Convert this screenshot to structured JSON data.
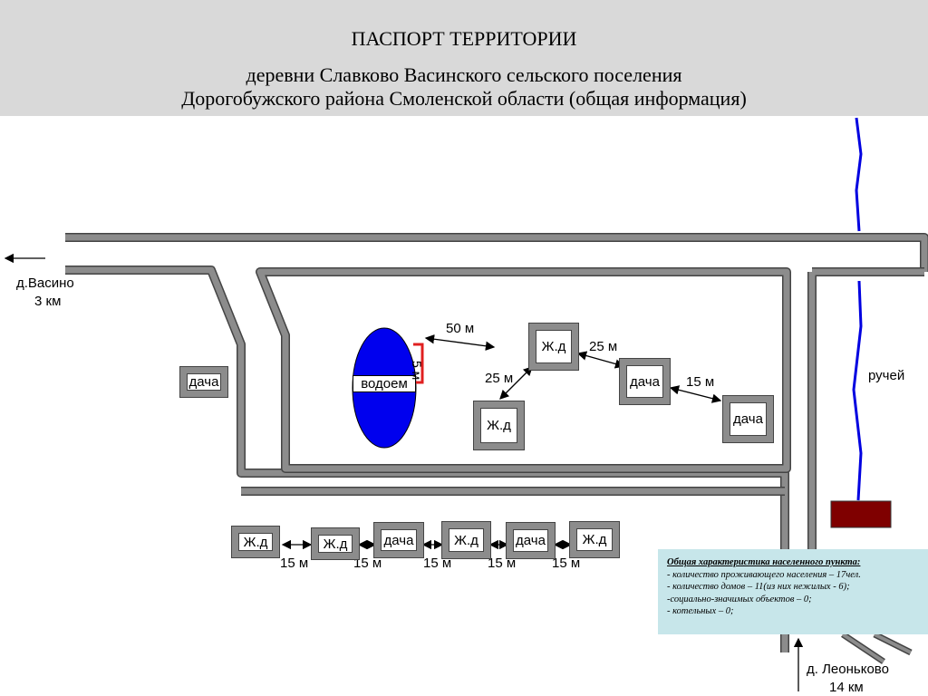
{
  "header": {
    "title": "ПАСПОРТ ТЕРРИТОРИИ",
    "subtitle_line1": "деревни Славково Васинского сельского поселения",
    "subtitle_line2": "Дорогобужского района Смоленской области  (общая информация)"
  },
  "map": {
    "direction_west_label": "д.Васино",
    "direction_west_distance": "3 км",
    "direction_south_label": "д. Леоньково",
    "direction_south_distance": "14 км",
    "stream_label": "ручей",
    "pond_label": "водоем",
    "pond_size": "5 м",
    "buildings": {
      "dacha_left": "дача",
      "house_upper": "Ж.д",
      "house_middle": "Ж.д",
      "dacha_upper": "дача",
      "dacha_right": "дача",
      "row": [
        "Ж.д",
        "Ж.д",
        "дача",
        "Ж.д",
        "дача",
        "Ж.д"
      ]
    },
    "distances": {
      "pond_to_house": "50 м",
      "house_to_dacha": "25 м",
      "house_to_house": "25 м",
      "dacha_to_dacha": "15 м",
      "row": [
        "15 м",
        "15 м",
        "15 м",
        "15 м",
        "15 м"
      ]
    },
    "colors": {
      "road": "#8c8c8c",
      "stream": "#0000e0",
      "pond": "#0000ee",
      "pond_marker": "#e02020",
      "building_dark": "#7f0000",
      "info_panel": "#c7e6ea"
    }
  },
  "info_panel": {
    "title": "Общая характеристика населенного пункта:",
    "lines": [
      "- количество проживающего населения – 17чел.",
      "- количество домов – 11(из них нежилых - 6);",
      "-социально-значимых объектов – 0;",
      "- котельных – 0;"
    ]
  }
}
